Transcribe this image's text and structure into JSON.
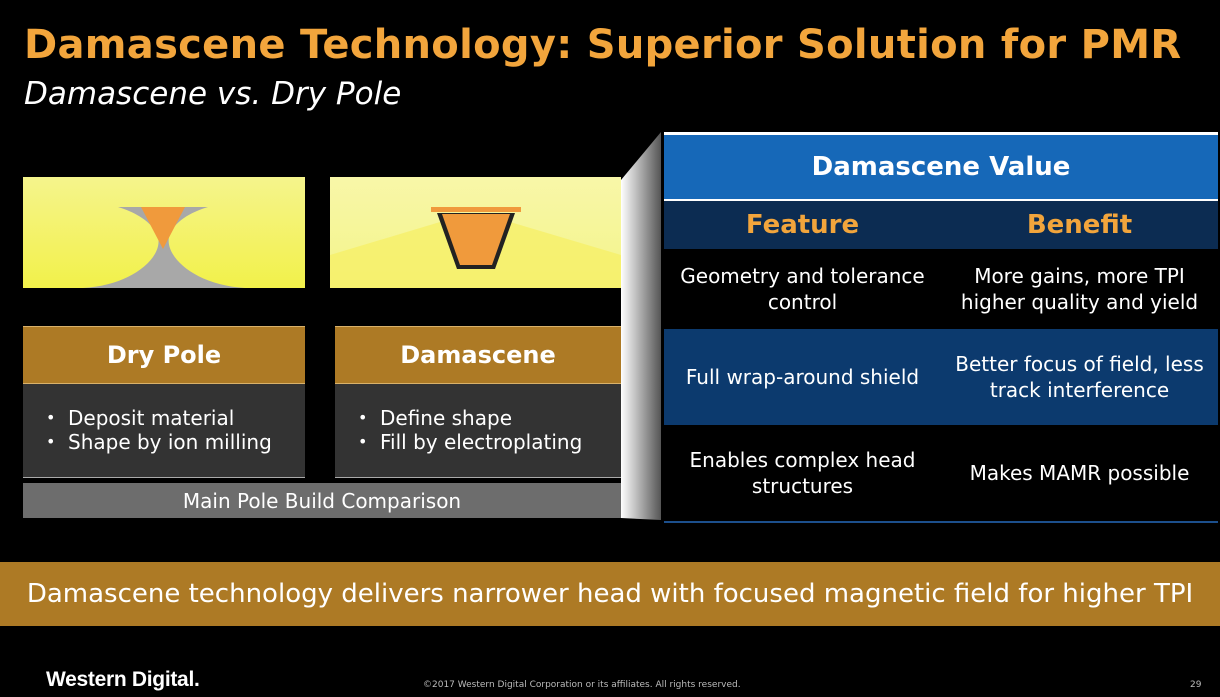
{
  "slide": {
    "title": "Damascene Technology: Superior Solution for PMR",
    "subtitle": "Damascene vs. Dry Pole"
  },
  "comparison": {
    "dry_pole": {
      "heading": "Dry Pole",
      "bullets": [
        "Deposit material",
        "Shape by ion milling"
      ]
    },
    "damascene": {
      "heading": "Damascene",
      "bullets": [
        "Define shape",
        "Fill by electroplating"
      ]
    },
    "caption": "Main Pole Build Comparison"
  },
  "value_table": {
    "title": "Damascene Value",
    "headers": [
      "Feature",
      "Benefit"
    ],
    "rows": [
      {
        "feature": "Geometry and tolerance control",
        "benefit": "More gains, more TPI higher quality and yield"
      },
      {
        "feature": "Full wrap-around shield",
        "benefit": "Better focus of field, less track interference"
      },
      {
        "feature": "Enables complex head structures",
        "benefit": "Makes MAMR possible"
      }
    ]
  },
  "tagline": "Damascene technology delivers narrower head with focused magnetic field for higher TPI",
  "footer": {
    "logo": "Western Digital.",
    "copyright": "©2017 Western Digital Corporation or its affiliates. All rights reserved.",
    "page_number": "29"
  },
  "colors": {
    "title": "#f2a53c",
    "gold_band": "#ad7a25",
    "table_blue": "#1668b8",
    "table_navy": "#0c2c52",
    "pole_orange": "#f09a3c"
  }
}
